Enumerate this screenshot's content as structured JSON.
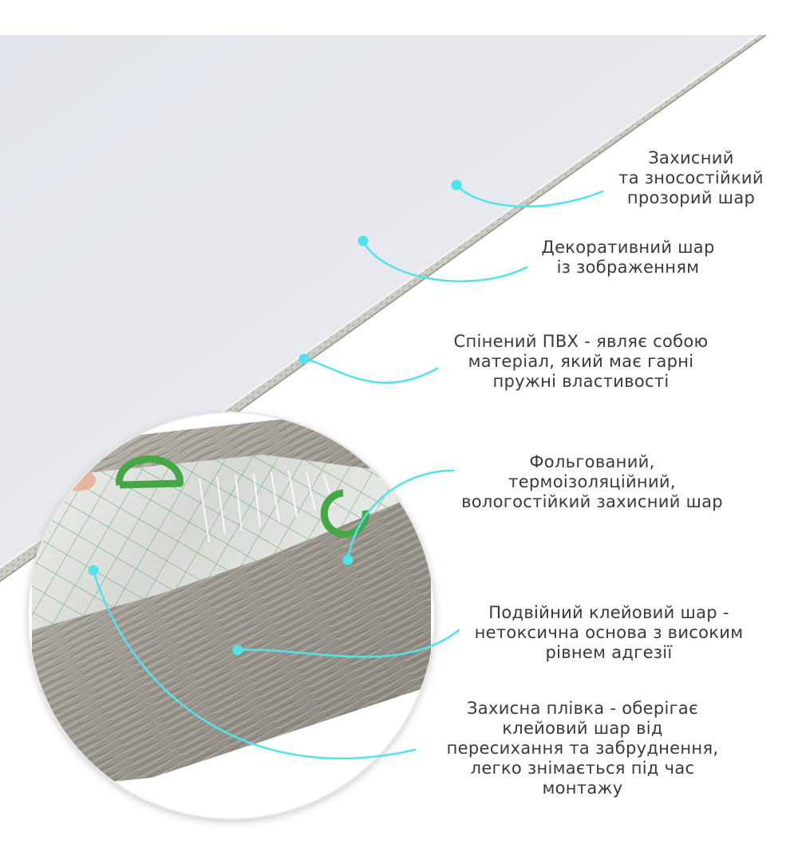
{
  "colors": {
    "accent": "#4fe3ee",
    "text": "#3a3a3a",
    "panel": "#e6e8ee",
    "board_edge": "#c9ccc4",
    "wood": "#a49f96",
    "foil_print": "#43a845"
  },
  "callouts": [
    {
      "lines": [
        "Захисний",
        "та зносостійкий",
        "прозорий шар"
      ]
    },
    {
      "lines": [
        "Декоративний шар",
        "із зображенням"
      ]
    },
    {
      "lines": [
        "Спінений ПВХ - являє собою",
        "матеріал, який має гарні",
        "пружні властивості"
      ]
    },
    {
      "lines": [
        "Фольгований,",
        "термоізоляційний,",
        "вологостійкий захисний шар"
      ]
    },
    {
      "lines": [
        "Подвійний клейовий шар -",
        "нетоксична основа з високим",
        "рівнем адгезії"
      ]
    },
    {
      "lines": [
        "Захисна плівка - оберігає",
        "клейовий шар від",
        "пересихання та забруднення,",
        "легко знімається під час",
        "монтажу"
      ]
    }
  ]
}
